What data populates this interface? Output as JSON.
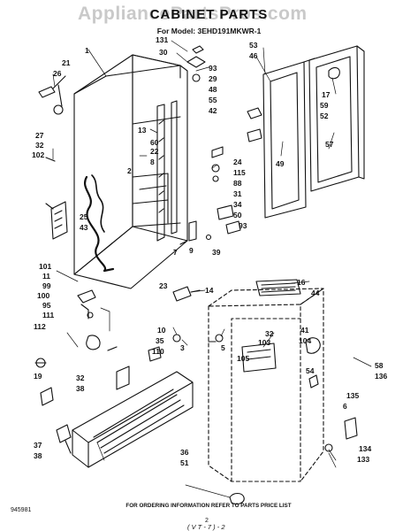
{
  "watermark": "AppliancePartsPros.com",
  "title": "CABINET PARTS",
  "model_line": "For Model: 3EHD191MKWR-1",
  "footer_note": "FOR ORDERING INFORMATION REFER TO PARTS PRICE LIST",
  "page_number": "2",
  "document_number": "945981",
  "handwritten_note": "( V T - 7 ) - 2",
  "callouts": [
    "131",
    "30",
    "93",
    "29",
    "48",
    "55",
    "42",
    "21",
    "26",
    "27",
    "32",
    "102",
    "1",
    "13",
    "60",
    "22",
    "8",
    "2",
    "24",
    "115",
    "88",
    "31",
    "34",
    "50",
    "93",
    "25",
    "43",
    "7",
    "39",
    "53",
    "46",
    "17",
    "59",
    "52",
    "57",
    "49",
    "101",
    "11",
    "99",
    "100",
    "95",
    "111",
    "112",
    "23",
    "14",
    "16",
    "44",
    "32",
    "103",
    "105",
    "41",
    "104",
    "10",
    "35",
    "110",
    "3",
    "5",
    "54",
    "58",
    "136",
    "135",
    "6",
    "134",
    "133",
    "19",
    "32",
    "38",
    "37",
    "38",
    "36",
    "51",
    "9"
  ]
}
